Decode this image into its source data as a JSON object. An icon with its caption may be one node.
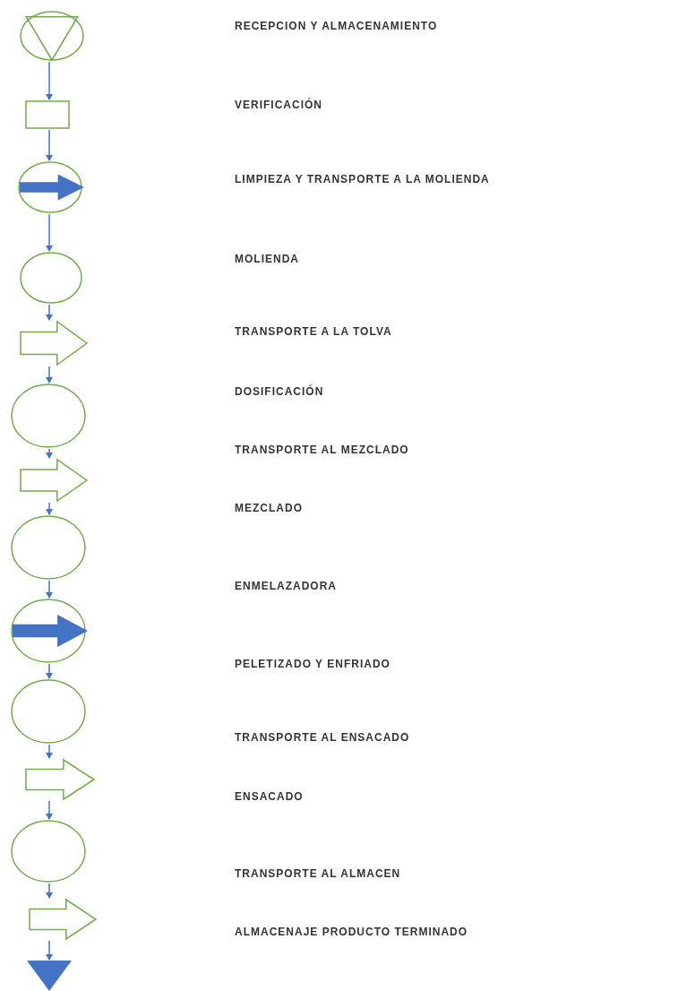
{
  "diagram": {
    "nodes": [
      {
        "text": [],
        "shape": "circle"
      },
      {
        "text": [],
        "shape": "box"
      },
      {
        "text": [],
        "shape": "circle"
      },
      {
        "text": [],
        "shape": "circle"
      },
      {
        "text": [],
        "shape": "arrow"
      },
      {
        "text": [],
        "shape": "circle"
      },
      {
        "text": [],
        "shape": "arrow"
      },
      {
        "text": [],
        "shape": "circle"
      },
      {
        "text": [],
        "shape": "circle"
      },
      {
        "text": [],
        "shape": "circle"
      },
      {
        "text": [],
        "shape": "arrow"
      },
      {
        "text": [],
        "shape": "circle"
      },
      {
        "text": [],
        "shape": "arrow"
      },
      {
        "text": [],
        "shape": "triangle"
      }
    ],
    "edges": [
      {
        "from": 0,
        "to": 1,
        "arrow": "to"
      },
      {
        "from": 1,
        "to": 2,
        "arrow": "to"
      },
      {
        "from": 2,
        "to": 3,
        "arrow": "to"
      },
      {
        "from": 3,
        "to": 4,
        "arrow": "to"
      },
      {
        "from": 4,
        "to": 5,
        "arrow": "to"
      },
      {
        "from": 5,
        "to": 6,
        "arrow": "to"
      },
      {
        "from": 6,
        "to": 7,
        "arrow": "to"
      },
      {
        "from": 7,
        "to": 8,
        "arrow": "to"
      },
      {
        "from": 8,
        "to": 9,
        "arrow": "to"
      },
      {
        "from": 9,
        "to": 10,
        "arrow": "to"
      },
      {
        "from": 10,
        "to": 11,
        "arrow": "to"
      },
      {
        "from": 11,
        "to": 12,
        "arrow": "to"
      },
      {
        "from": 12,
        "to": 13,
        "arrow": "to"
      }
    ],
    "labels": [
      "RECEPCION Y ALMACENAMIENTO",
      "VERIFICACIÓN",
      "LIMPIEZA Y TRANSPORTE A LA MOLIENDA",
      "MOLIENDA",
      "TRANSPORTE A LA TOLVA",
      "DOSIFICACIÓN",
      "TRANSPORTE AL MEZCLADO",
      "MEZCLADO",
      "ENMELAZADORA",
      "PELETIZADO Y ENFRIADO",
      "TRANSPORTE AL ENSACADO",
      "ENSACADO",
      "TRANSPORTE AL ALMACEN",
      "ALMACENAJE PRODUCTO TERMINADO"
    ]
  }
}
